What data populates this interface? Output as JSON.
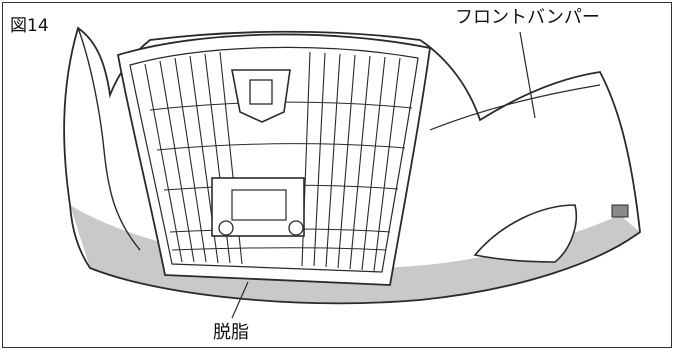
{
  "figure": {
    "label": "図14"
  },
  "callouts": {
    "front_bumper": "フロントバンパー",
    "degrease": "脱脂"
  },
  "colors": {
    "line": "#2a2a2a",
    "shade": "#c9c9c9",
    "background": "#ffffff"
  }
}
